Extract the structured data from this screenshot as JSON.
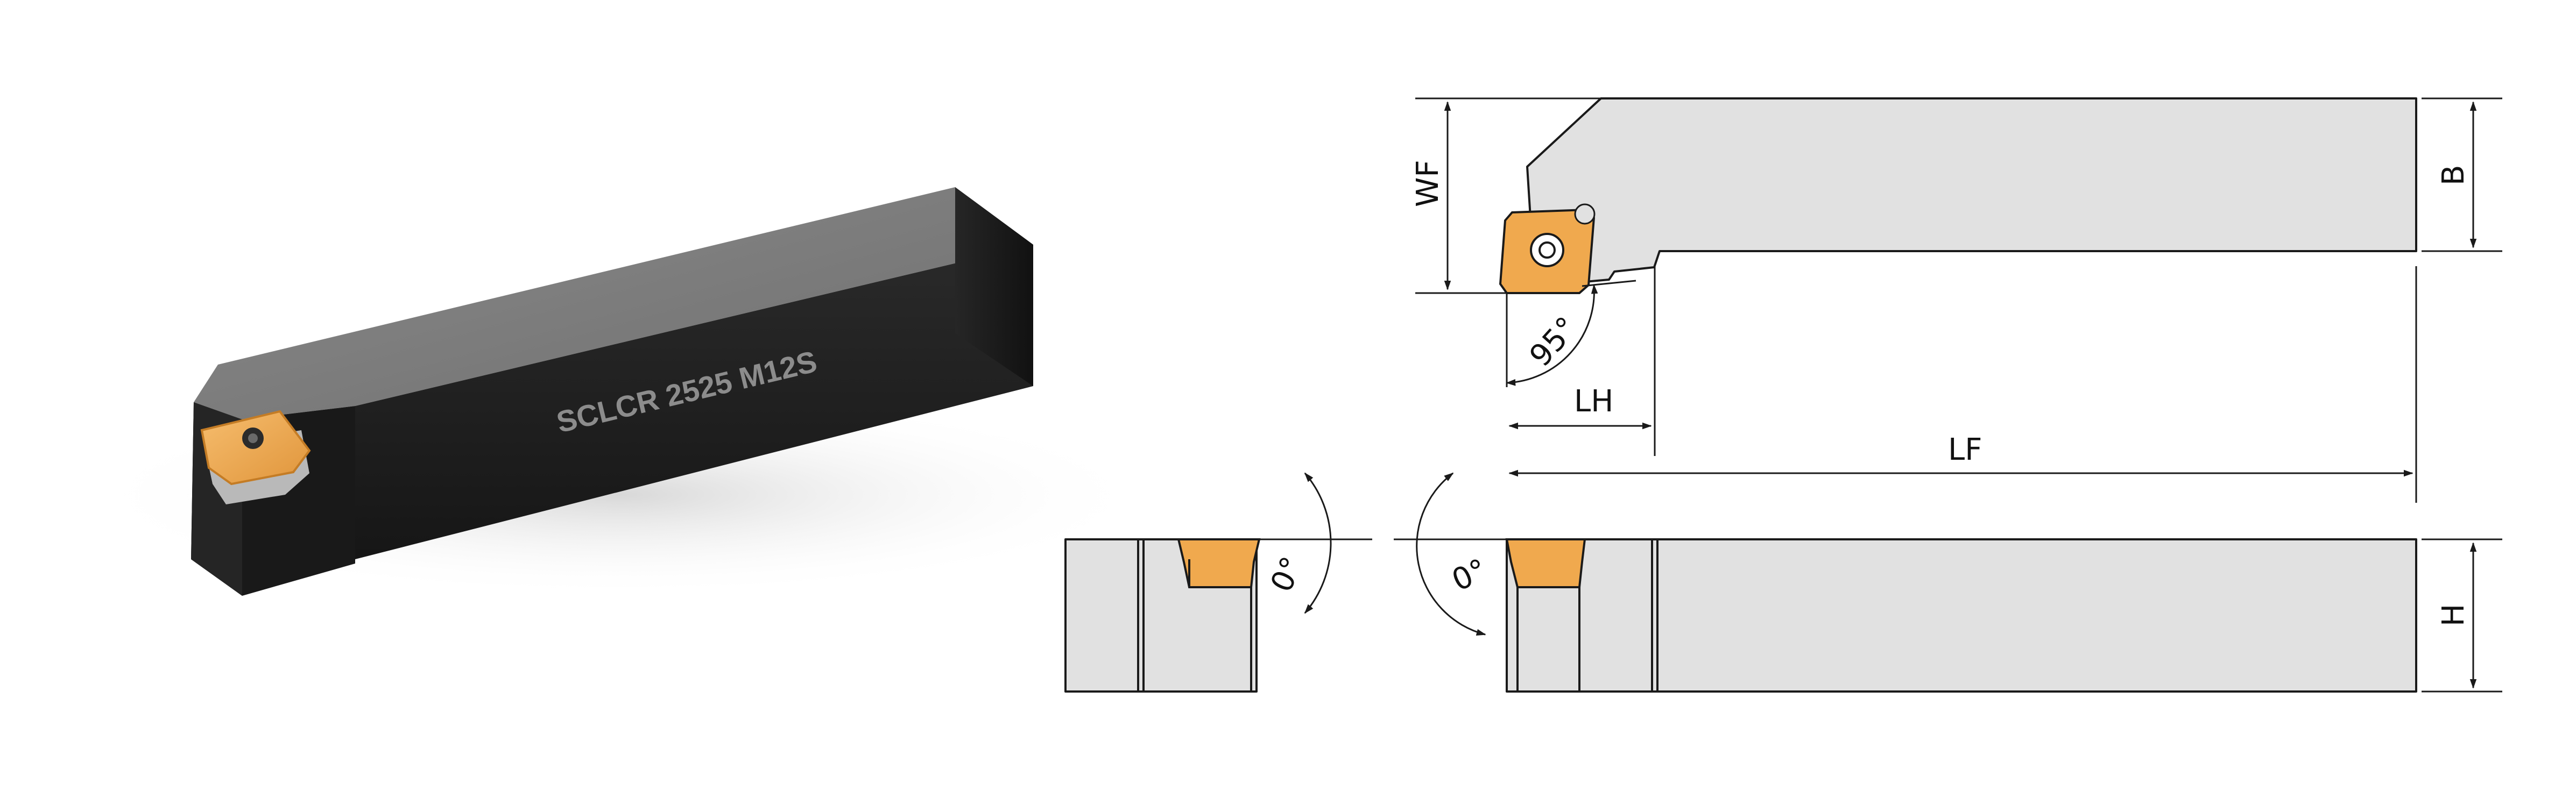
{
  "product": {
    "engraving": "SCLCR 2525 M12S"
  },
  "dimensions": {
    "wf": "WF",
    "b": "B",
    "lh": "LH",
    "lf": "LF",
    "h": "H",
    "lead_angle": "95°",
    "clearance_angle_left": "0°",
    "clearance_angle_right": "0°"
  },
  "colors": {
    "insert": "#f0a94e",
    "insert_dark": "#d88a2c",
    "holder_body": "#1d1d1d",
    "drawing_fill": "#e1e1e1"
  }
}
